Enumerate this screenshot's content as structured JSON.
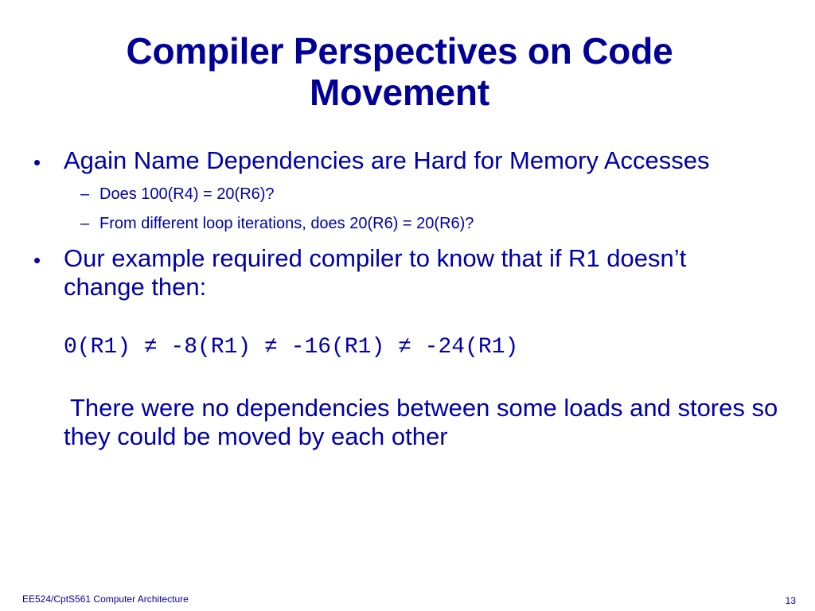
{
  "slide": {
    "title_line1": "Compiler Perspectives on Code",
    "title_line2": "Movement",
    "bullets": [
      {
        "marker": "•",
        "text": "Again Name Dependencies are Hard for Memory Accesses",
        "sub": [
          {
            "marker": "–",
            "text": "Does 100(R4) = 20(R6)?"
          },
          {
            "marker": "–",
            "text": "From different loop iterations, does 20(R6) = 20(R6)?"
          }
        ]
      },
      {
        "marker": "•",
        "text": "Our example required compiler to know that if R1 doesn’t change then:"
      }
    ],
    "code_line": "0(R1) ≠ -8(R1) ≠ -16(R1) ≠ -24(R1)",
    "paragraph": "There were no dependencies between some loads and stores so they could be moved by each other"
  },
  "footer": {
    "course": "EE524/CptS561 Computer Architecture",
    "page_number": "13"
  },
  "colors": {
    "title": "#000099",
    "text": "#0000aa",
    "background": "#ffffff"
  }
}
